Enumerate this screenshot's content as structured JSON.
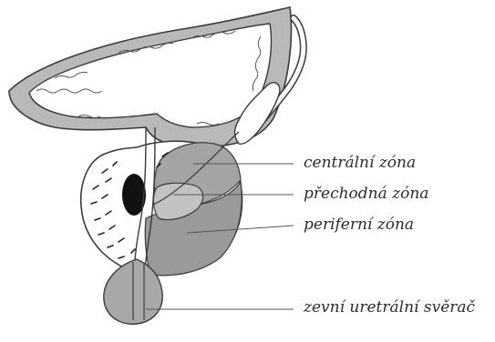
{
  "labels": {
    "central_zone": "centrální zóna",
    "transition_zone": "přechodná zóna",
    "peripheral_zone": "periferní zóna",
    "external_sphincter": "zevní uretrální svěrač"
  },
  "colors": {
    "line": "#3a3a3a",
    "bladder_wall": "#b9b9b9",
    "central_zone": "#a4a4a4",
    "transition_zone": "#c2c2c2",
    "peripheral_zone": "#9a9a9a",
    "ejaculatory": "#111111",
    "background": "#ffffff"
  }
}
